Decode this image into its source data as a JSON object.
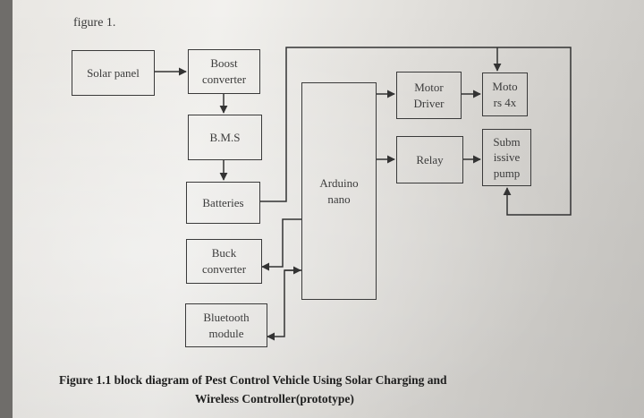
{
  "header": {
    "label": "figure 1."
  },
  "blocks": {
    "solar_panel": "Solar panel",
    "boost_converter": "Boost\nconverter",
    "bms": "B.M.S",
    "batteries": "Batteries",
    "buck_converter": "Buck\nconverter",
    "bluetooth_module": "Bluetooth\nmodule",
    "arduino_nano": "Arduino\nnano",
    "motor_driver": "Motor\nDriver",
    "motors": "Moto\nrs 4x",
    "relay": "Relay",
    "pump": "Subm\nissive\npump"
  },
  "caption": {
    "line1": "Figure 1.1 block diagram of Pest Control Vehicle Using Solar Charging and",
    "line2": "Wireless Controller(prototype)"
  }
}
